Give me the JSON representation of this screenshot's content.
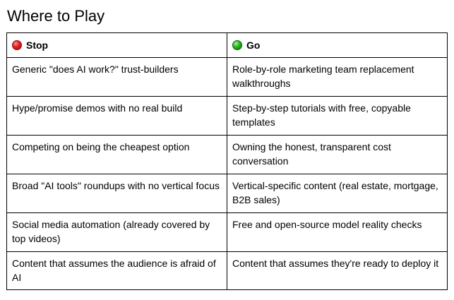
{
  "title": "Where to Play",
  "colors": {
    "stop_icon": "#e0201f",
    "go_icon": "#22b51c",
    "border": "#000000"
  },
  "table": {
    "headers": [
      {
        "label": "Stop",
        "icon": "red-circle-icon"
      },
      {
        "label": "Go",
        "icon": "green-circle-icon"
      }
    ],
    "rows": [
      [
        "Generic \"does AI work?\" trust-builders",
        "Role-by-role marketing team replacement walkthroughs"
      ],
      [
        "Hype/promise demos with no real build",
        "Step-by-step tutorials with free, copyable templates"
      ],
      [
        "Competing on being the cheapest option",
        "Owning the honest, transparent cost conversation"
      ],
      [
        "Broad \"AI tools\" roundups with no vertical focus",
        "Vertical-specific content (real estate, mortgage, B2B sales)"
      ],
      [
        "Social media automation (already covered by top videos)",
        "Free and open-source model reality checks"
      ],
      [
        "Content that assumes the audience is afraid of AI",
        "Content that assumes they're ready to deploy it"
      ]
    ]
  }
}
